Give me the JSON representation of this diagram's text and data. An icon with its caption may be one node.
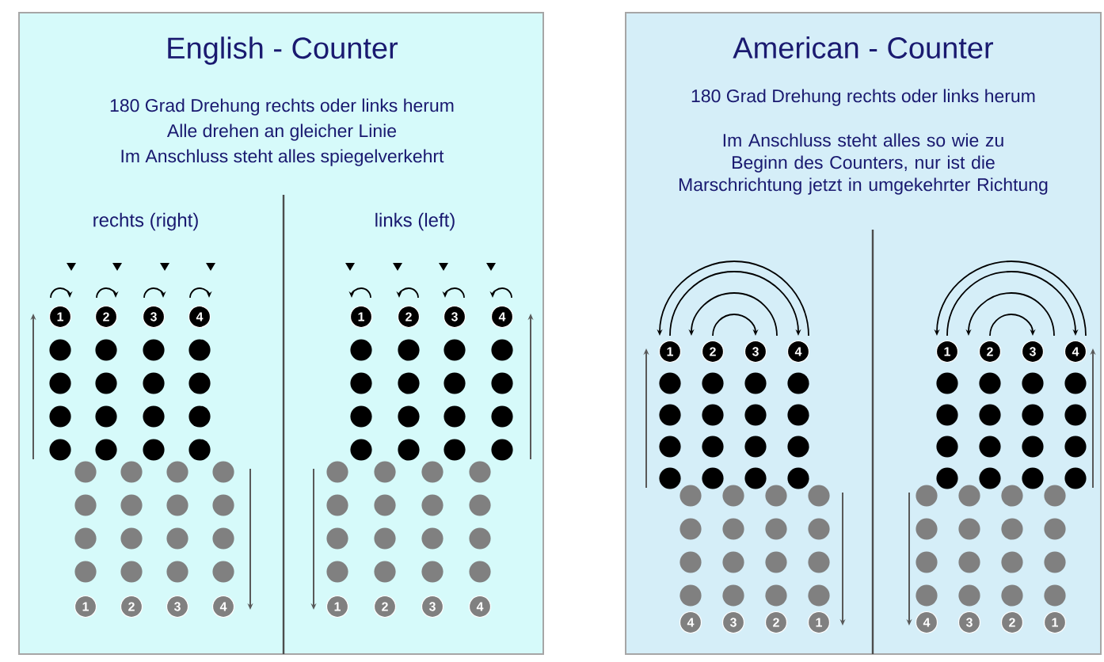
{
  "diagram": {
    "nodes": [
      {
        "text": [
          "English - Counter",
          "180 Grad Drehung rechts oder links herum",
          "Alle drehen an gleicher Linie",
          "Im Anschluss steht alles spiegelverkehrt"
        ]
      },
      {
        "text": [
          "American - Counter",
          "180 Grad Drehung rechts oder links herum",
          "Im Anschluss steht alles so wie zu Beginn des Counters, nur ist die Marschrichtung jetzt in umgekehrter Richtung"
        ]
      }
    ],
    "labels": [
      "rechts (right)",
      "links (left)",
      "1",
      "2",
      "3",
      "4",
      "1",
      "2",
      "3",
      "4",
      "1",
      "2",
      "3",
      "4",
      "1",
      "2",
      "3",
      "4",
      "1",
      "2",
      "3",
      "4",
      "1",
      "2",
      "3",
      "4",
      "4",
      "3",
      "2",
      "1",
      "4",
      "3",
      "2",
      "1"
    ]
  }
}
